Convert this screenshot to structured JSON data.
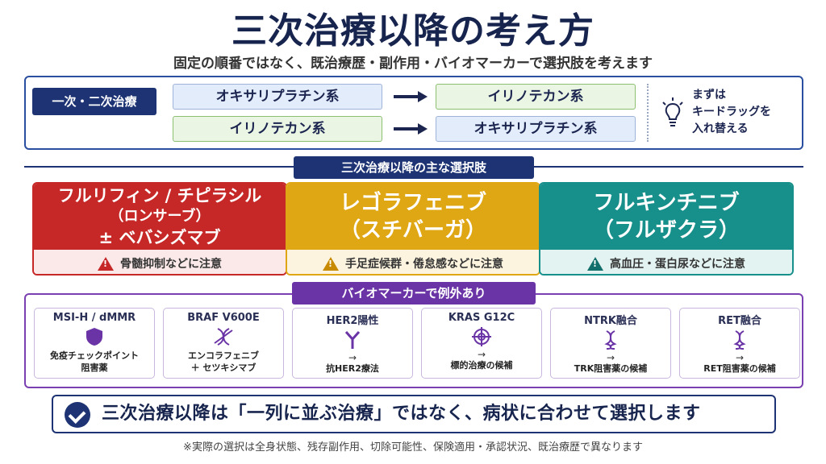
{
  "title": "三次治療以降の考え方",
  "subtitle": "固定の順番ではなく、既治療歴・副作用・バイオマーカーで選択肢を考えます",
  "lines": {
    "label": "一次・二次治療",
    "row1": {
      "from": "オキサリプラチン系",
      "to": "イリノテカン系"
    },
    "row2": {
      "from": "イリノテカン系",
      "to": "オキサリプラチン系"
    },
    "tip": [
      "まずは",
      "キードラッグを",
      "入れ替える"
    ],
    "tip_icon": "lightbulb-icon"
  },
  "options": {
    "section_label": "三次治療以降の主な選択肢",
    "cards": [
      {
        "lines": [
          "フルリフィン / チピラシル",
          "（ロンサーブ）",
          "± ベバシズマブ"
        ],
        "note": "骨髄抑制などに注意",
        "color": "#c62828",
        "note_bg": "#fbe9e9",
        "warn_color": "#c62828"
      },
      {
        "lines": [
          "レゴラフェニブ",
          "（スチバーガ）"
        ],
        "note": "手足症候群・倦怠感などに注意",
        "color": "#e0a714",
        "note_bg": "#fdf4df",
        "warn_color": "#c88a00"
      },
      {
        "lines": [
          "フルキンチニブ",
          "（フルザクラ）"
        ],
        "note": "高血圧・蛋白尿などに注意",
        "color": "#178f8a",
        "note_bg": "#e3f3f1",
        "warn_color": "#136f6b"
      }
    ]
  },
  "biomarkers": {
    "label": "バイオマーカーで例外あり",
    "items": [
      {
        "name": "MSI-H / dMMR",
        "icon": "shield-icon",
        "arrow": "",
        "text": [
          "免疫チェックポイント",
          "阻害薬"
        ]
      },
      {
        "name": "BRAF V600E",
        "icon": "dna-target-icon",
        "arrow": "",
        "text": [
          "エンコラフェニブ",
          "＋ セツキシマブ"
        ]
      },
      {
        "name": "HER2陽性",
        "icon": "antibody-icon",
        "arrow": "→",
        "text": [
          "抗HER2療法"
        ]
      },
      {
        "name": "KRAS G12C",
        "icon": "target-icon",
        "arrow": "→",
        "text": [
          "標的治療の候補"
        ]
      },
      {
        "name": "NTRK融合",
        "icon": "gene-fusion-icon",
        "arrow": "→",
        "text": [
          "TRK阻害薬の候補"
        ]
      },
      {
        "name": "RET融合",
        "icon": "gene-fusion-icon",
        "arrow": "→",
        "text": [
          "RET阻害薬の候補"
        ]
      }
    ]
  },
  "banner": "三次治療以降は「一列に並ぶ治療」ではなく、病状に合わせて選択します",
  "footnote": "※実際の選択は全身状態、残存副作用、切除可能性、保険適用・承認状況、既治療歴で異なります"
}
